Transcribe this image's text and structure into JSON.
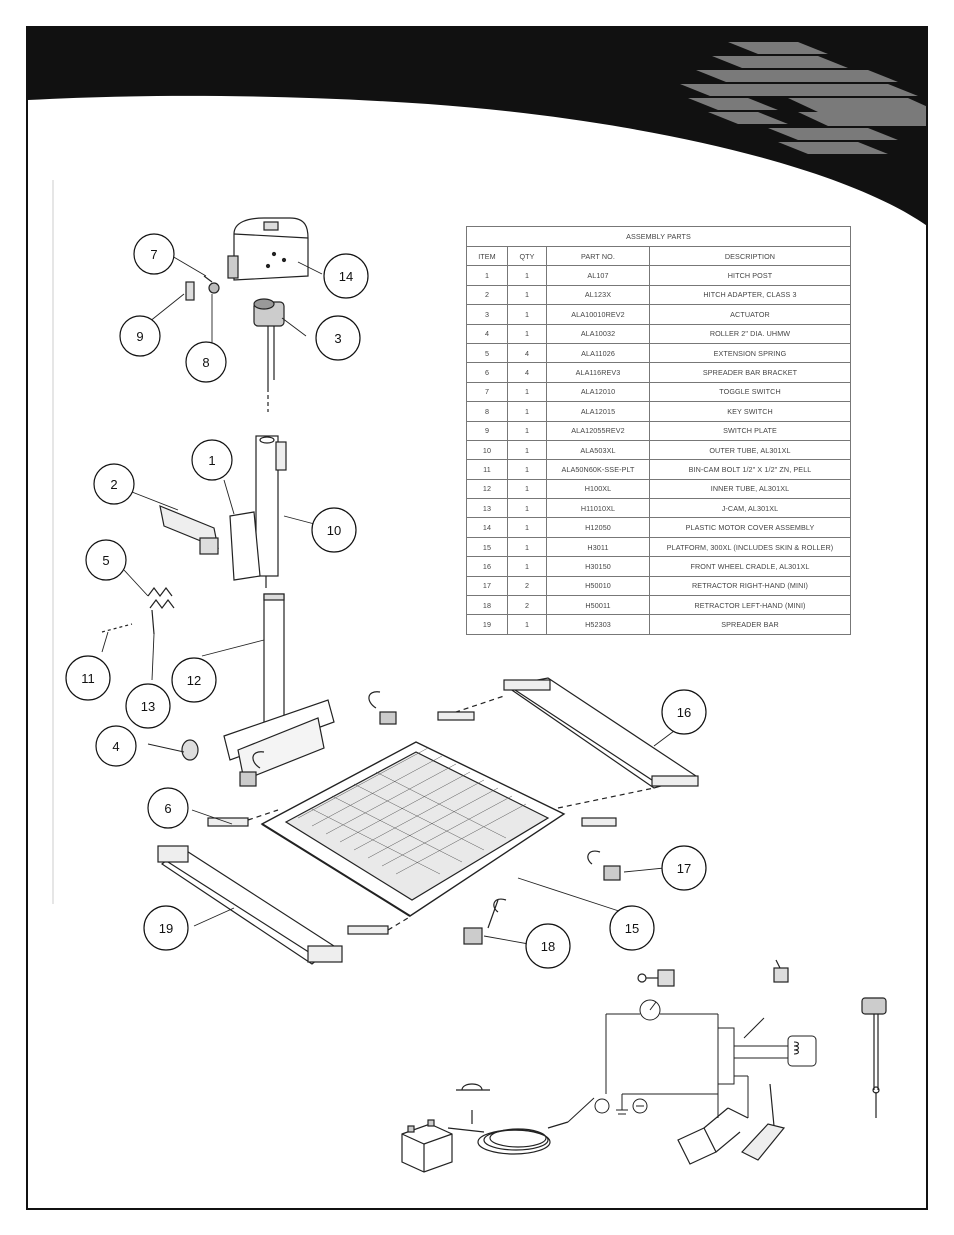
{
  "parts_table": {
    "title": "ASSEMBLY PARTS",
    "headers": [
      "ITEM",
      "QTY",
      "PART NO.",
      "DESCRIPTION"
    ],
    "rows": [
      [
        "1",
        "1",
        "AL107",
        "HITCH POST"
      ],
      [
        "2",
        "1",
        "AL123X",
        "HITCH ADAPTER, CLASS 3"
      ],
      [
        "3",
        "1",
        "ALA10010REV2",
        "ACTUATOR"
      ],
      [
        "4",
        "1",
        "ALA10032",
        "ROLLER 2\" DIA. UHMW"
      ],
      [
        "5",
        "4",
        "ALA11026",
        "EXTENSION SPRING"
      ],
      [
        "6",
        "4",
        "ALA116REV3",
        "SPREADER BAR BRACKET"
      ],
      [
        "7",
        "1",
        "ALA12010",
        "TOGGLE SWITCH"
      ],
      [
        "8",
        "1",
        "ALA12015",
        "KEY SWITCH"
      ],
      [
        "9",
        "1",
        "ALA12055REV2",
        "SWITCH PLATE"
      ],
      [
        "10",
        "1",
        "ALA503XL",
        "OUTER TUBE, AL301XL"
      ],
      [
        "11",
        "1",
        "ALA50N60K-SSE-PLT",
        "BIN-CAM BOLT 1/2\" X 1/2\" ZN, PELL"
      ],
      [
        "12",
        "1",
        "H100XL",
        "INNER TUBE, AL301XL"
      ],
      [
        "13",
        "1",
        "H11010XL",
        "J-CAM, AL301XL"
      ],
      [
        "14",
        "1",
        "H12050",
        "PLASTIC MOTOR COVER ASSEMBLY"
      ],
      [
        "15",
        "1",
        "H3011",
        "PLATFORM, 300XL (INCLUDES SKIN & ROLLER)"
      ],
      [
        "16",
        "1",
        "H30150",
        "FRONT WHEEL CRADLE, AL301XL"
      ],
      [
        "17",
        "2",
        "H50010",
        "RETRACTOR RIGHT-HAND (MINI)"
      ],
      [
        "18",
        "2",
        "H50011",
        "RETRACTOR LEFT-HAND (MINI)"
      ],
      [
        "19",
        "1",
        "H52303",
        "SPREADER BAR"
      ]
    ]
  },
  "callouts": [
    "1",
    "2",
    "3",
    "4",
    "5",
    "6",
    "7",
    "8",
    "9",
    "10",
    "11",
    "12",
    "13",
    "14",
    "15",
    "16",
    "17",
    "18",
    "19"
  ],
  "colors": {
    "header_band": "#111111",
    "logo_stripes": "#7a7a7a",
    "line": "#222222"
  }
}
